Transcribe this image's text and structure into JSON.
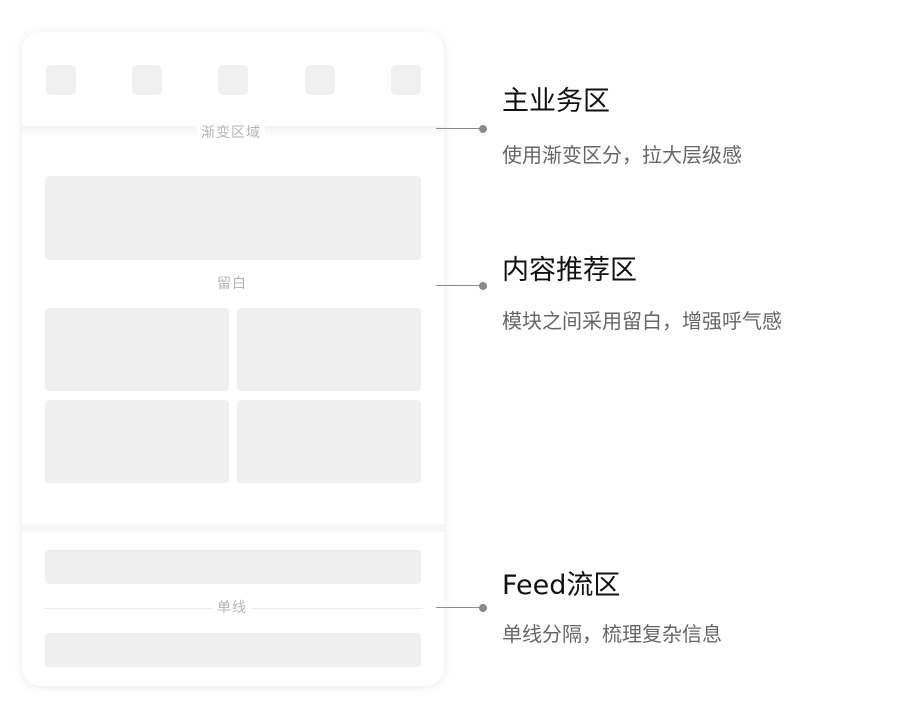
{
  "wireframe": {
    "gradient_label": "渐变区域",
    "whitespace_label": "留白",
    "single_line_label": "单线"
  },
  "annotations": [
    {
      "title": "主业务区",
      "desc": "使用渐变区分，拉大层级感"
    },
    {
      "title": "内容推荐区",
      "desc": "模块之间采用留白，增强呼气感"
    },
    {
      "title": "Feed流区",
      "desc": "单线分隔，梳理复杂信息"
    }
  ],
  "colors": {
    "placeholder": "#efefef",
    "label": "#b5b5b5",
    "connector": "#8a8a8a",
    "title": "#111111",
    "desc": "#666666"
  }
}
